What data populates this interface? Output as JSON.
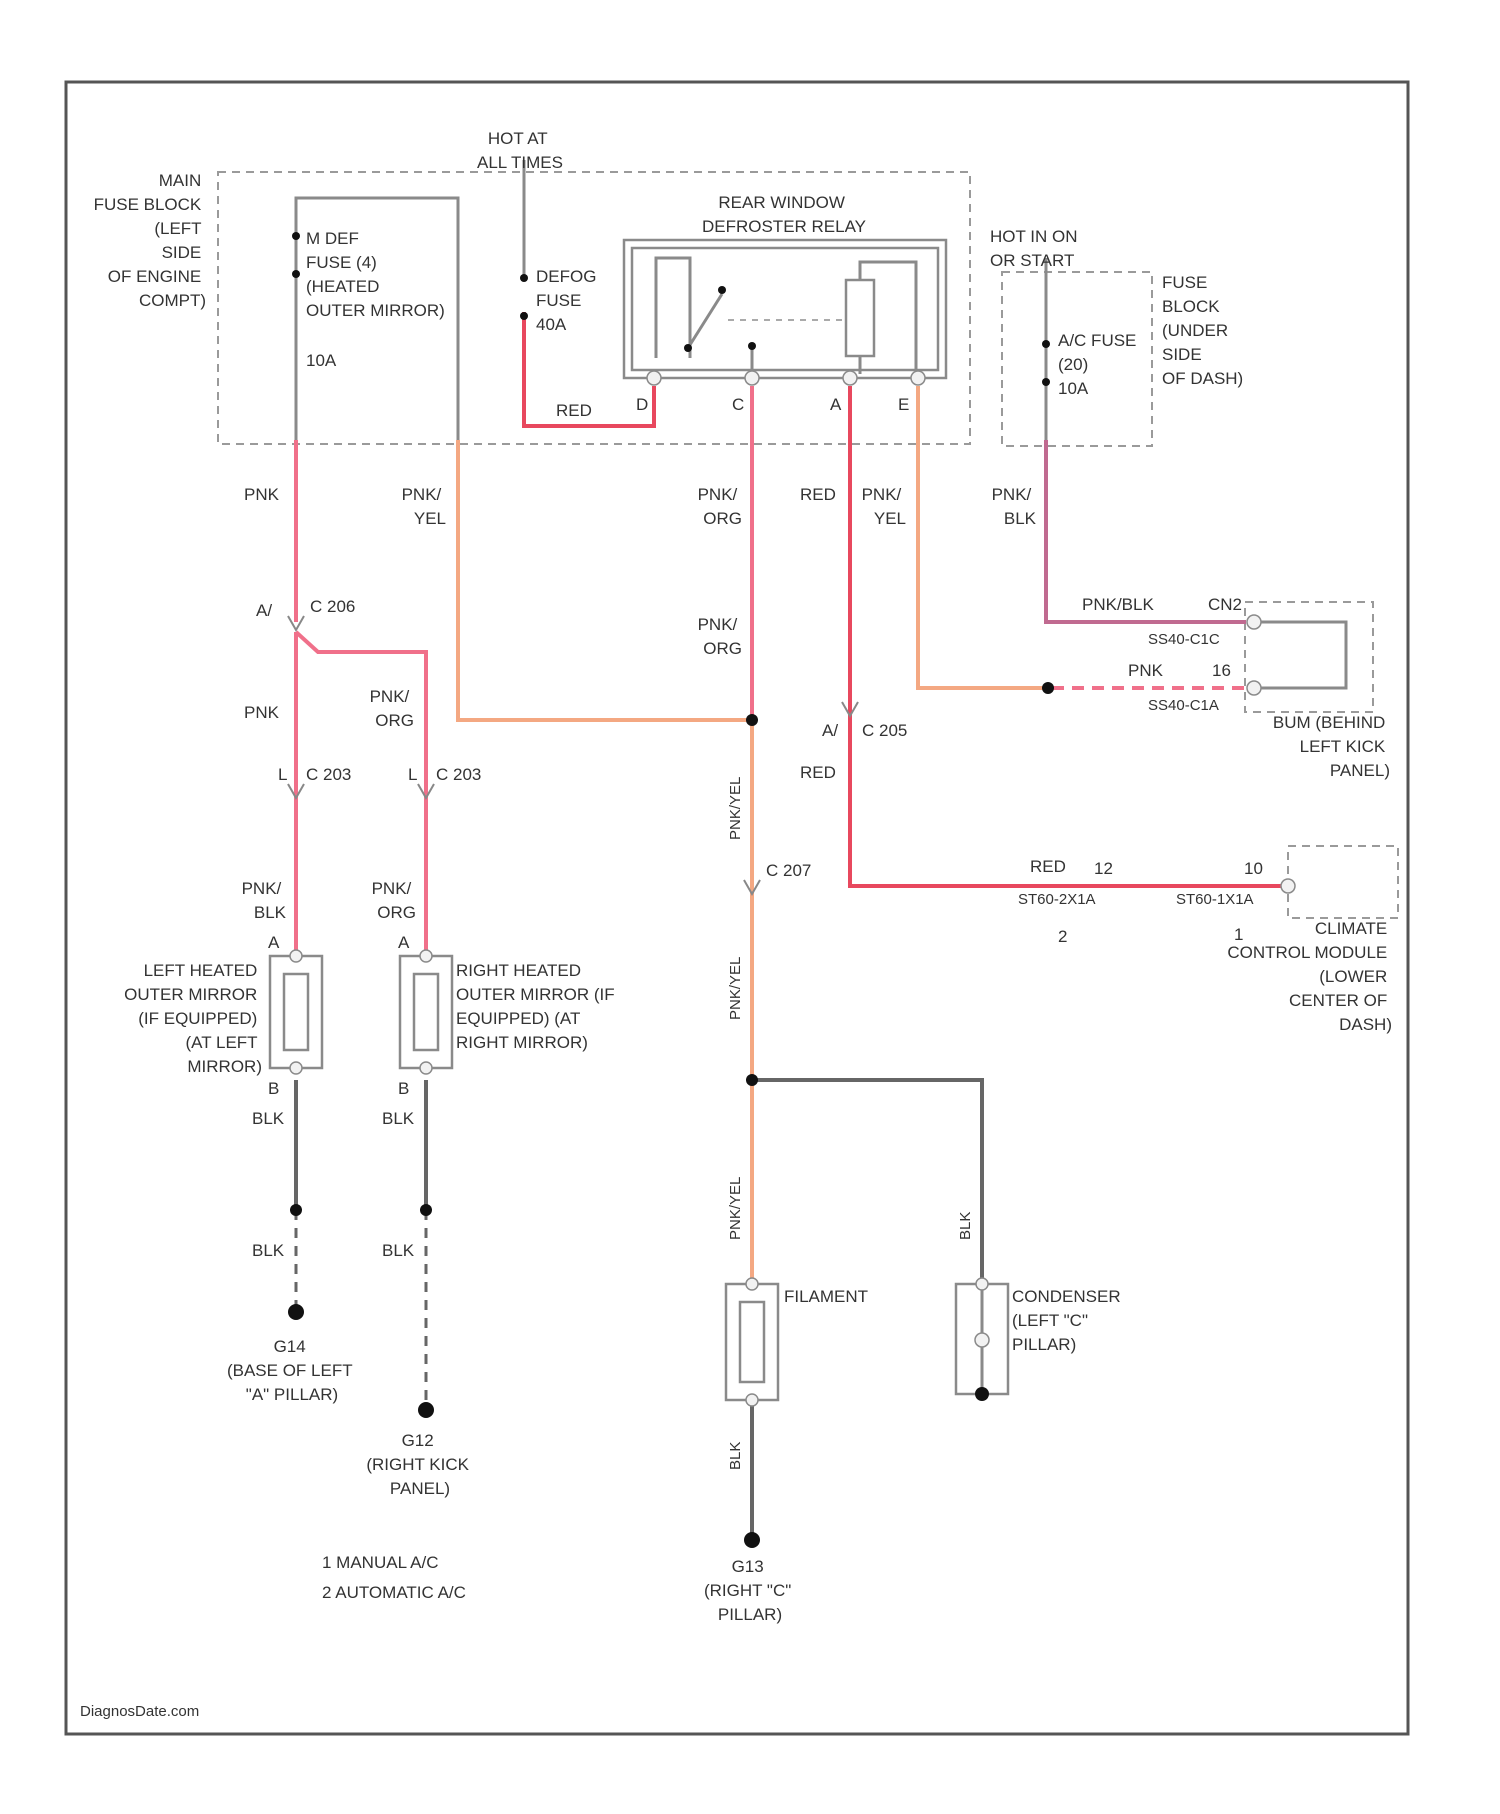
{
  "diagram": {
    "components": {
      "main_fuse_block": [
        "MAIN",
        "FUSE BLOCK",
        "(LEFT",
        "SIDE",
        "OF ENGINE",
        "COMPT)"
      ],
      "hot_at_all_times": [
        "HOT AT",
        "ALL TIMES"
      ],
      "hot_in_on_or_start": [
        "HOT IN ON",
        "OR START"
      ],
      "mirror_fuse": [
        "M DEF",
        "FUSE (4)",
        "(HEATED",
        "OUTER MIRROR)",
        "10A"
      ],
      "defog_fuse": [
        "DEFOG",
        "FUSE",
        "40A"
      ],
      "relay": [
        "REAR WINDOW",
        "DEFROSTER RELAY"
      ],
      "relay_pins": [
        "D",
        "C",
        "A",
        "E"
      ],
      "ac_fuse": [
        "A/C FUSE",
        "(20)",
        "10A"
      ],
      "dash_fuse_block": [
        "FUSE",
        "BLOCK",
        "(UNDER",
        "SIDE",
        "OF DASH)"
      ],
      "bcm": [
        "BUM (BEHIND",
        "LEFT KICK",
        "PANEL)"
      ],
      "climate_module": [
        "CLIMATE",
        "CONTROL MODULE",
        "(LOWER",
        "CENTER OF",
        "DASH)"
      ],
      "left_mirror": [
        "LEFT HEATED",
        "OUTER MIRROR",
        "(IF EQUIPPED)",
        "(AT LEFT",
        "MIRROR)"
      ],
      "right_mirror": [
        "RIGHT HEATED",
        "OUTER MIRROR (IF",
        "EQUIPPED) (AT",
        "RIGHT MIRROR)"
      ],
      "filament": [
        "FILAMENT"
      ],
      "condenser": [
        "CONDENSER",
        "(LEFT \"C\"",
        "PILLAR)"
      ],
      "g14": [
        "G14",
        "(BASE OF LEFT",
        "\"A\" PILLAR)"
      ],
      "g12": [
        "G12",
        "(RIGHT KICK",
        "PANEL)"
      ],
      "g13": [
        "G13",
        "(RIGHT \"C\"",
        "PILLAR)"
      ]
    },
    "wires": {
      "pnk": "PNK",
      "pnk_yel": [
        "PNK/",
        "YEL"
      ],
      "pnk_org": [
        "PNK/",
        "ORG"
      ],
      "pnk_blk": [
        "PNK/",
        "BLK"
      ],
      "red": "RED",
      "blk": "BLK",
      "pnk_yel_vert": "PNK/YEL",
      "pnk_blk_inline": "PNK/BLK"
    },
    "connectors": {
      "c206": "C 206",
      "c203": "C 203",
      "c205": "C 205",
      "c207": "C 207",
      "c206_pin": "A/",
      "c203_l_pin": "L",
      "c203_r_pin": "L",
      "c205_pin": "A/",
      "mirror_pin_a": "A",
      "mirror_pin_b": "B",
      "bcm_pin_top": "CN2",
      "bcm_conn_top": "SS40-C1C",
      "bcm_pin_bot": "16",
      "bcm_conn_bot": "SS40-C1A",
      "ccm_pin_left": "12",
      "ccm_conn_left": "ST60-2X1A",
      "ccm_pin_right": "10",
      "ccm_conn_right": "ST60-1X1A",
      "ccm_ref_left": "2",
      "ccm_ref_right": "1"
    },
    "notes": [
      "1   MANUAL A/C",
      "2   AUTOMATIC A/C"
    ],
    "watermark": "DiagnosDate.com"
  },
  "colors": {
    "pink_wire": "#f0708a",
    "red_wire": "#e8485e",
    "orange_wire": "#f4a882",
    "pink_black_wire": "#c06a90",
    "black_wire": "#666666",
    "component_outline": "#8a8a8a"
  }
}
